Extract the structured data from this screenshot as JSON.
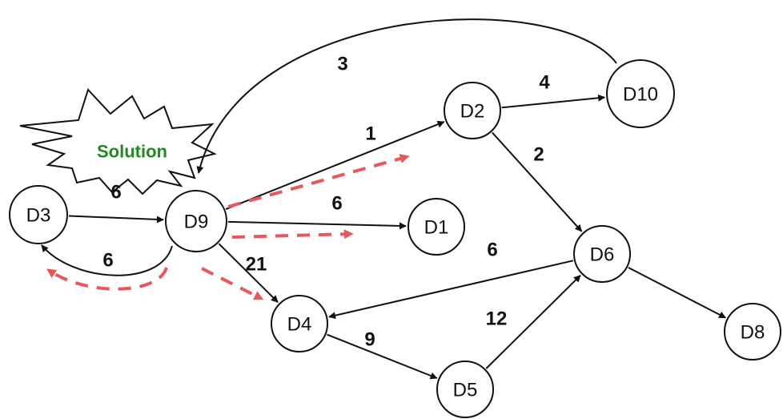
{
  "colors": {
    "node_stroke": "#111111",
    "edge": "#111111",
    "solution_path": "#e8585a",
    "solution_text": "#1f8a1f"
  },
  "callout": {
    "text": "Solution"
  },
  "nodes": [
    {
      "id": "D1",
      "label": "D1"
    },
    {
      "id": "D2",
      "label": "D2"
    },
    {
      "id": "D3",
      "label": "D3"
    },
    {
      "id": "D4",
      "label": "D4"
    },
    {
      "id": "D5",
      "label": "D5"
    },
    {
      "id": "D6",
      "label": "D6"
    },
    {
      "id": "D8",
      "label": "D8"
    },
    {
      "id": "D9",
      "label": "D9"
    },
    {
      "id": "D10",
      "label": "D10"
    }
  ],
  "edges": [
    {
      "from": "D10",
      "to": "D9",
      "weight": "3"
    },
    {
      "from": "D9",
      "to": "D2",
      "weight": "1"
    },
    {
      "from": "D2",
      "to": "D10",
      "weight": "4"
    },
    {
      "from": "D2",
      "to": "D6",
      "weight": "2"
    },
    {
      "from": "D3",
      "to": "D9",
      "weight": "6"
    },
    {
      "from": "D9",
      "to": "D3",
      "weight": "6"
    },
    {
      "from": "D9",
      "to": "D1",
      "weight": "6"
    },
    {
      "from": "D9",
      "to": "D4",
      "weight": "21"
    },
    {
      "from": "D6",
      "to": "D4",
      "weight": "6"
    },
    {
      "from": "D4",
      "to": "D5",
      "weight": "9"
    },
    {
      "from": "D5",
      "to": "D6",
      "weight": "12"
    },
    {
      "from": "D6",
      "to": "D8",
      "weight": ""
    }
  ],
  "solution_paths": [
    {
      "from": "D9",
      "to": "D2"
    },
    {
      "from": "D9",
      "to": "D1"
    },
    {
      "from": "D9",
      "to": "D4"
    },
    {
      "from": "D9",
      "to": "D3"
    }
  ]
}
